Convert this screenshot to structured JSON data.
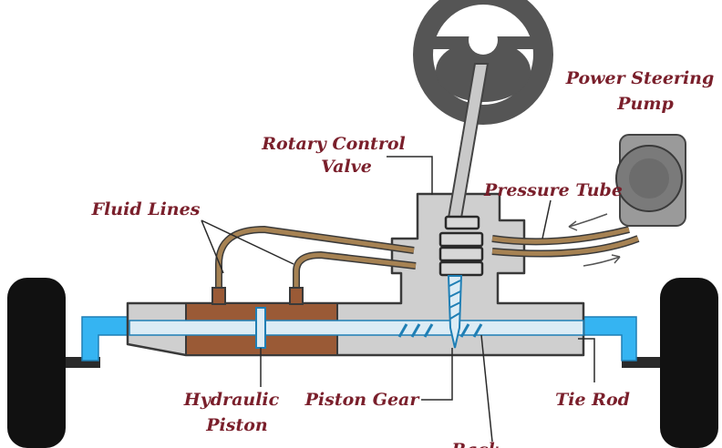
{
  "labels": {
    "rotary_control_valve_line1": "Rotary Control",
    "rotary_control_valve_line2": "Valve",
    "power_steering_pump_line1": "Power Steering",
    "power_steering_pump_line2": "Pump",
    "fluid_lines": "Fluid Lines",
    "pressure_tube": "Pressure Tube",
    "hydraulic_piston_line1": "Hydraulic",
    "hydraulic_piston_line2": "Piston",
    "piston_gear": "Piston Gear",
    "tie_rod": "Tie Rod",
    "rack": "Rack"
  },
  "colors": {
    "label_text": "#7a1f2b",
    "wheel": "#111111",
    "steering_wheel": "#555555",
    "housing": "#cfcfcf",
    "outline": "#3a3a3a",
    "tie_rod": "#35b4f2",
    "piston_chamber": "#9a5a36",
    "fluid_line": "#a68253",
    "pump": "#808080"
  }
}
